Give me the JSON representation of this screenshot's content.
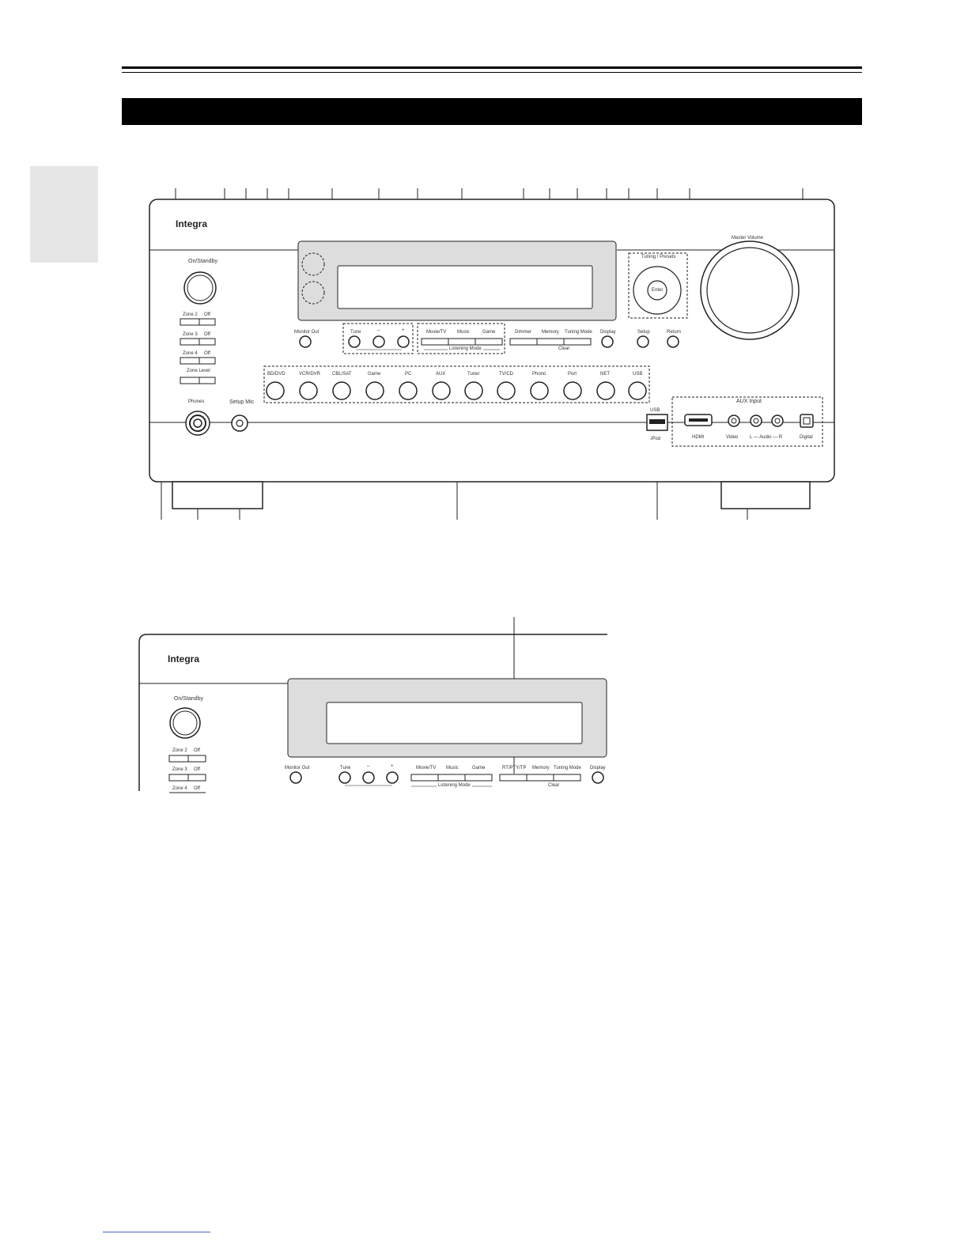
{
  "receiver": {
    "brand": "Integra",
    "on_standby": "On/Standby",
    "zone2": "Zone 2",
    "zone3": "Zone 3",
    "zone4": "Zone 4",
    "off": "Off",
    "zone_level": "Zone Level",
    "monitor_out": "Monitor Out",
    "tune": "Tune",
    "minus": "–",
    "plus": "+",
    "mode_labels": [
      "Movie/TV",
      "Music",
      "Game"
    ],
    "listening_mode": "Listening Mode",
    "dimmer": "Dimmer",
    "memory": "Memory",
    "tuning_mode": "Tuning Mode",
    "clear": "Clear",
    "display": "Display",
    "setup": "Setup",
    "return": "Return",
    "tuning_presets": "Tuning / Presets",
    "enter": "Enter",
    "master_volume": "Master Volume",
    "inputs": [
      "BD/DVD",
      "VCR/DVR",
      "CBL/SAT",
      "Game",
      "PC",
      "AUX",
      "Tuner",
      "TV/CD",
      "Phono",
      "Port",
      "NET",
      "USB"
    ],
    "phones": "Phones",
    "setup_mic": "Setup Mic",
    "usb": "USB",
    "ipod": "iPod",
    "aux_input": "AUX Input",
    "hdmi": "HDMI",
    "video": "Video",
    "audio_lr": "L — Audio — R",
    "digital": "Digital"
  },
  "inset": {
    "brand": "Integra",
    "on_standby": "On/Standby",
    "zone2": "Zone 2",
    "zone3": "Zone 3",
    "zone4": "Zone 4",
    "off": "Off",
    "monitor_out": "Monitor Out",
    "tune": "Tune",
    "minus": "–",
    "plus": "+",
    "mode_labels": [
      "Movie/TV",
      "Music",
      "Game"
    ],
    "listening_mode": "Listening Mode",
    "rt_pty_tp": "RT/PTY/TP",
    "memory": "Memory",
    "tuning_mode": "Tuning Mode",
    "clear": "Clear",
    "display": "Display"
  }
}
